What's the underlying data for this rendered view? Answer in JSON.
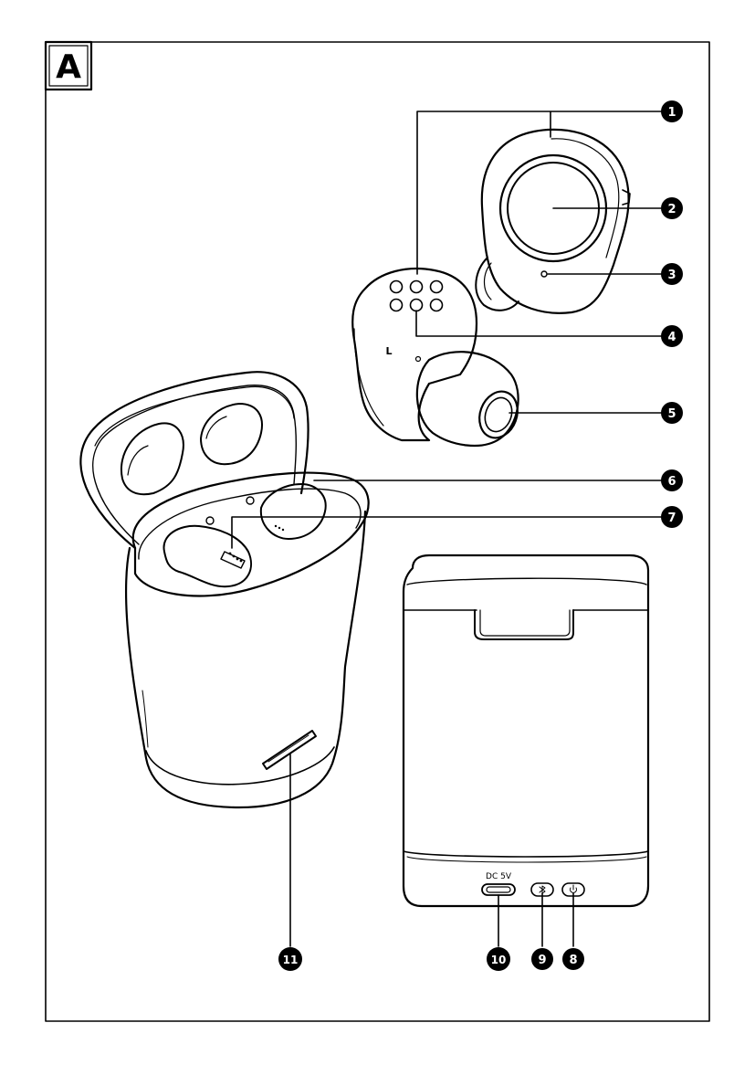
{
  "figure_letter": "A",
  "earbud_side_label": "L",
  "port_label": "DC 5V",
  "callouts": [
    {
      "num": "1"
    },
    {
      "num": "2"
    },
    {
      "num": "3"
    },
    {
      "num": "4"
    },
    {
      "num": "5"
    },
    {
      "num": "6"
    },
    {
      "num": "7"
    },
    {
      "num": "8"
    },
    {
      "num": "9"
    },
    {
      "num": "10"
    },
    {
      "num": "11"
    }
  ],
  "colors": {
    "line": "#000000",
    "background": "#ffffff",
    "callout_fill": "#000000",
    "callout_text": "#ffffff"
  }
}
